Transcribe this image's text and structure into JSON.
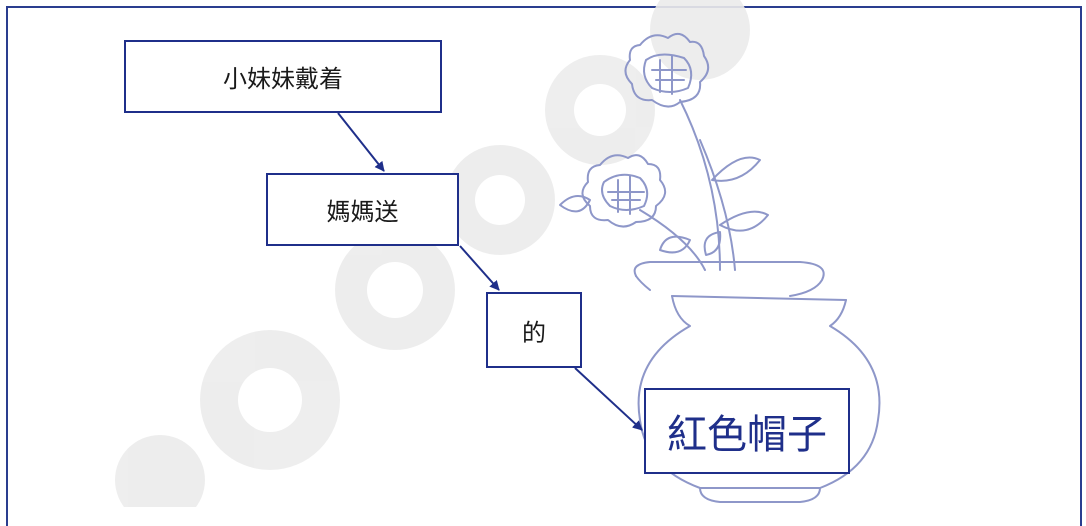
{
  "diagram": {
    "nodes": [
      {
        "id": "n1",
        "text": "小妹妹戴着"
      },
      {
        "id": "n2",
        "text": "媽媽送"
      },
      {
        "id": "n3",
        "text": "的"
      },
      {
        "id": "n4",
        "text": "紅色帽子"
      }
    ],
    "edges": [
      {
        "from": "n1",
        "to": "n2"
      },
      {
        "from": "n2",
        "to": "n3"
      },
      {
        "from": "n3",
        "to": "n4"
      }
    ],
    "colors": {
      "frame": "#2a3d8f",
      "box_border": "#1f2f8a",
      "arrow": "#1f2f8a",
      "vase_line": "#8e97c9",
      "watermark": "#e6e6e6"
    }
  }
}
